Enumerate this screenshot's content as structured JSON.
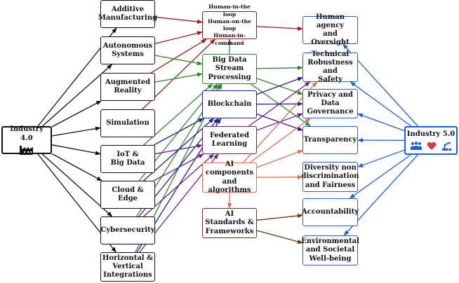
{
  "colors": {
    "black": "#111111",
    "red": "#a01717",
    "green": "#2a8a2a",
    "navy": "#1b1f8f",
    "purple": "#6a1f8f",
    "orange": "#e36b4a",
    "brown": "#6b3410",
    "blue": "#1f5fd6"
  },
  "hubs": {
    "industry40": {
      "label": "Industry 4.0",
      "icons": [
        "factory-icon"
      ]
    },
    "industry50": {
      "label": "Industry 5.0",
      "icons": [
        "people-icon",
        "heart-icon",
        "robot-arm-icon"
      ]
    }
  },
  "technologies": [
    {
      "id": "additive",
      "label": "Additive\nManufacturing"
    },
    {
      "id": "autonomous",
      "label": "Autonomous\nSystems"
    },
    {
      "id": "augmented",
      "label": "Augmented\nReality"
    },
    {
      "id": "simulation",
      "label": "Simulation"
    },
    {
      "id": "iot",
      "label": "IoT &\nBig Data"
    },
    {
      "id": "cloud",
      "label": "Cloud &\nEdge"
    },
    {
      "id": "cyber",
      "label": "Cybersecurity"
    },
    {
      "id": "horizontal",
      "label": "Horizontal &\nVertical\nIntegrations"
    }
  ],
  "middle": [
    {
      "id": "human",
      "label": "Human-in-the loop\nHuman-on-the loop\nHuman-in-command",
      "color": "red"
    },
    {
      "id": "bigdata",
      "label": "Big Data\nStream\nProcessing",
      "color": "green"
    },
    {
      "id": "blockchain",
      "label": "Blockchain",
      "color": "navy"
    },
    {
      "id": "federated",
      "label": "Federated\nLearning",
      "color": "purple"
    },
    {
      "id": "ai",
      "label": "AI components\nand\nalgorithms",
      "color": "orange"
    },
    {
      "id": "standards",
      "label": "AI\nStandards &\nFrameworks",
      "color": "brown"
    }
  ],
  "requirements": [
    {
      "id": "agency",
      "label": "Human agency\nand Oversight"
    },
    {
      "id": "robust",
      "label": "Technical\nRobustness and\nSafety"
    },
    {
      "id": "privacy",
      "label": "Privacy and\nData\nGovernance"
    },
    {
      "id": "transparency",
      "label": "Transparency"
    },
    {
      "id": "diversity",
      "label": "Diversity non\ndiscrimination\nand Fairness"
    },
    {
      "id": "accountability",
      "label": "Accountability"
    },
    {
      "id": "environment",
      "label": "Environmental\nand Societal\nWell-being"
    }
  ],
  "edges": [
    {
      "from": "industry40",
      "to": "additive",
      "color": "black"
    },
    {
      "from": "industry40",
      "to": "autonomous",
      "color": "black"
    },
    {
      "from": "industry40",
      "to": "augmented",
      "color": "black"
    },
    {
      "from": "industry40",
      "to": "simulation",
      "color": "black"
    },
    {
      "from": "industry40",
      "to": "iot",
      "color": "black"
    },
    {
      "from": "industry40",
      "to": "cloud",
      "color": "black"
    },
    {
      "from": "industry40",
      "to": "cyber",
      "color": "black"
    },
    {
      "from": "industry40",
      "to": "horizontal",
      "color": "black"
    },
    {
      "from": "additive",
      "to": "human",
      "color": "red"
    },
    {
      "from": "autonomous",
      "to": "human",
      "color": "red"
    },
    {
      "from": "augmented",
      "to": "human",
      "color": "red"
    },
    {
      "from": "simulation",
      "to": "human",
      "color": "red"
    },
    {
      "from": "autonomous",
      "to": "bigdata",
      "color": "green"
    },
    {
      "from": "augmented",
      "to": "bigdata",
      "color": "green"
    },
    {
      "from": "iot",
      "to": "bigdata",
      "color": "green"
    },
    {
      "from": "cloud",
      "to": "bigdata",
      "color": "green"
    },
    {
      "from": "cyber",
      "to": "bigdata",
      "color": "green"
    },
    {
      "from": "horizontal",
      "to": "bigdata",
      "color": "green"
    },
    {
      "from": "iot",
      "to": "blockchain",
      "color": "navy"
    },
    {
      "from": "cloud",
      "to": "blockchain",
      "color": "navy"
    },
    {
      "from": "cyber",
      "to": "blockchain",
      "color": "navy"
    },
    {
      "from": "horizontal",
      "to": "blockchain",
      "color": "navy"
    },
    {
      "from": "iot",
      "to": "federated",
      "color": "purple"
    },
    {
      "from": "cloud",
      "to": "federated",
      "color": "purple"
    },
    {
      "from": "cyber",
      "to": "federated",
      "color": "purple"
    },
    {
      "from": "horizontal",
      "to": "federated",
      "color": "purple"
    },
    {
      "from": "bigdata",
      "to": "human",
      "color": "green"
    },
    {
      "from": "human",
      "to": "agency",
      "color": "red"
    },
    {
      "from": "ai",
      "to": "standards",
      "color": "orange"
    },
    {
      "from": "bigdata",
      "to": "robust",
      "color": "green"
    },
    {
      "from": "bigdata",
      "to": "privacy",
      "color": "green"
    },
    {
      "from": "bigdata",
      "to": "transparency",
      "color": "green"
    },
    {
      "from": "blockchain",
      "to": "robust",
      "color": "navy"
    },
    {
      "from": "blockchain",
      "to": "privacy",
      "color": "navy"
    },
    {
      "from": "blockchain",
      "to": "transparency",
      "color": "navy"
    },
    {
      "from": "federated",
      "to": "robust",
      "color": "purple"
    },
    {
      "from": "federated",
      "to": "privacy",
      "color": "purple"
    },
    {
      "from": "ai",
      "to": "robust",
      "color": "orange"
    },
    {
      "from": "ai",
      "to": "privacy",
      "color": "orange"
    },
    {
      "from": "ai",
      "to": "transparency",
      "color": "orange"
    },
    {
      "from": "ai",
      "to": "diversity",
      "color": "orange"
    },
    {
      "from": "standards",
      "to": "accountability",
      "color": "brown"
    },
    {
      "from": "standards",
      "to": "environment",
      "color": "brown"
    },
    {
      "from": "industry50",
      "to": "agency",
      "color": "blue"
    },
    {
      "from": "industry50",
      "to": "robust",
      "color": "blue"
    },
    {
      "from": "industry50",
      "to": "privacy",
      "color": "blue"
    },
    {
      "from": "industry50",
      "to": "transparency",
      "color": "blue"
    },
    {
      "from": "industry50",
      "to": "diversity",
      "color": "blue"
    },
    {
      "from": "industry50",
      "to": "accountability",
      "color": "blue"
    },
    {
      "from": "industry50",
      "to": "environment",
      "color": "blue"
    }
  ]
}
